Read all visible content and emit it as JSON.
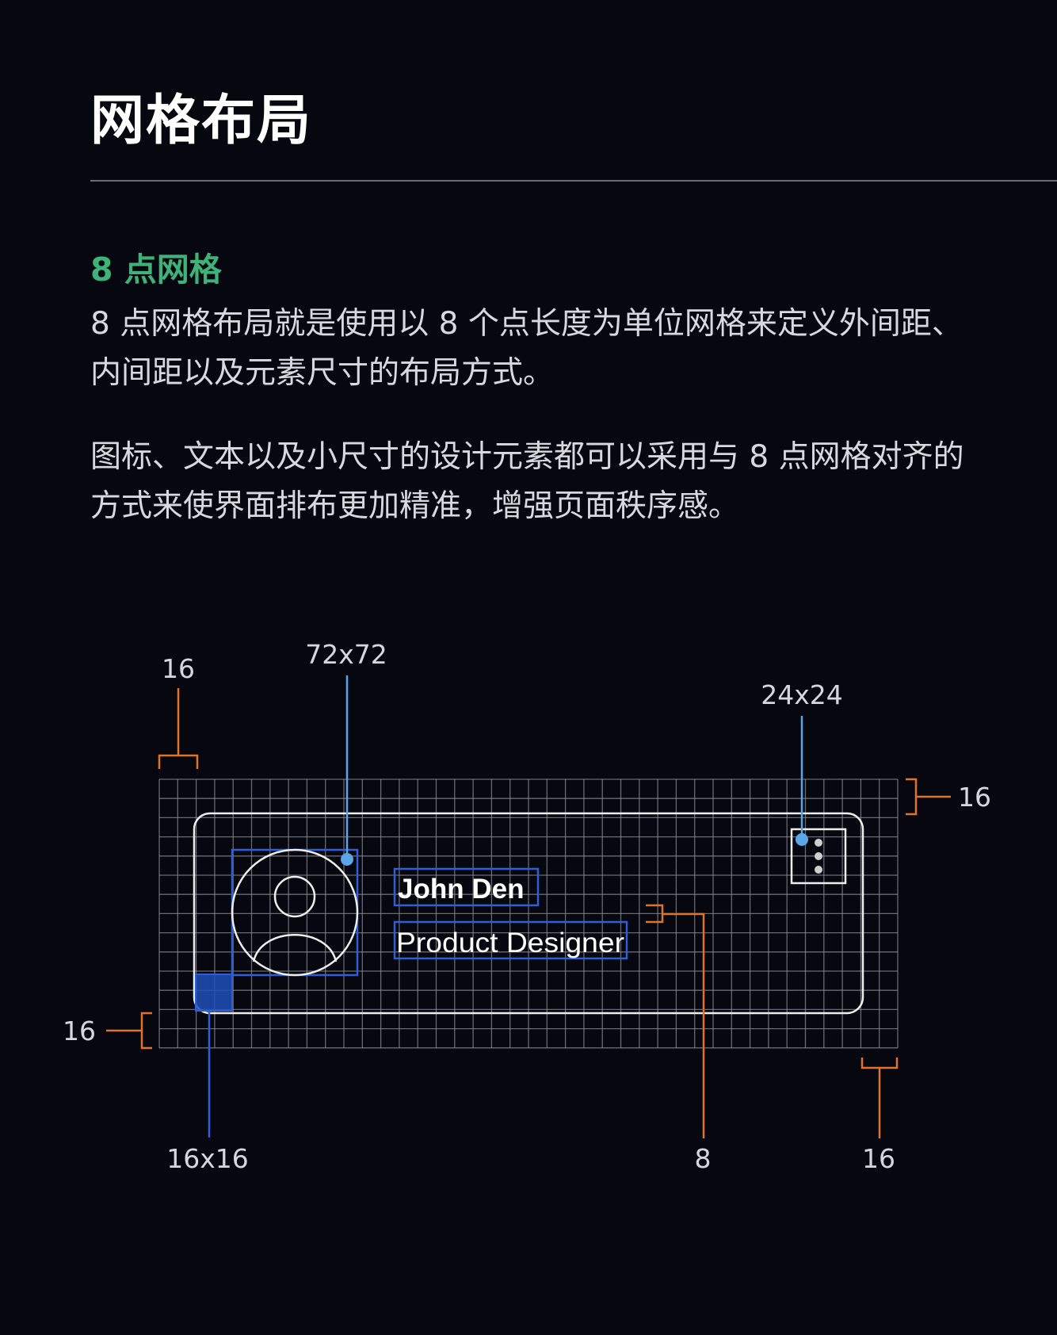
{
  "page": {
    "title": "网格布局"
  },
  "section": {
    "heading": "8 点网格",
    "paragraph_1": "8 点网格布局就是使用以 8 个点长度为单位网格来定义外间距、内间距以及元素尺寸的布局方式。",
    "paragraph_2": "图标、文本以及小尺寸的设计元素都可以采用与 8 点网格对齐的方式来使界面排布更加精准，增强页面秩序感。"
  },
  "diagram": {
    "card": {
      "name": "John Den",
      "role": "Product Designer"
    },
    "labels": {
      "margin_top_left": "16",
      "avatar_size": "72x72",
      "icon_size": "24x24",
      "margin_right": "16",
      "margin_left": "16",
      "corner_square_size": "16x16",
      "text_gap": "8",
      "margin_bottom_right": "16"
    },
    "colors": {
      "background": "#07070f",
      "grid": "#8a8a92",
      "card_outline": "#ededed",
      "orange_annotation": "#e0732c",
      "blue_annotation": "#5aa6e8",
      "blue_box": "#2f5fd6",
      "heading_green": "#3fb27a"
    }
  }
}
